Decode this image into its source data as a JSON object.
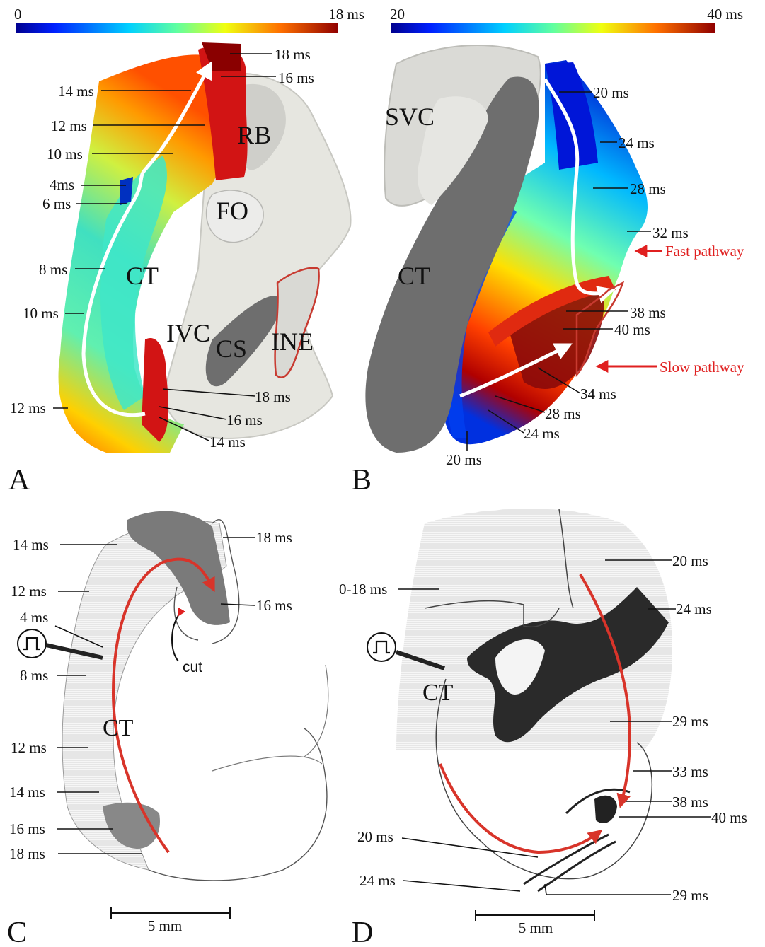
{
  "colorbars": [
    {
      "min": "0",
      "max": "18 ms"
    },
    {
      "min": "20",
      "max": "40 ms"
    }
  ],
  "panels": {
    "A": {
      "letter": "A",
      "structures": {
        "rb": "RB",
        "fo": "FO",
        "ct": "CT",
        "ivc": "IVC",
        "cs": "CS",
        "ine": "INE"
      },
      "labels": [
        "18 ms",
        "16 ms",
        "14 ms",
        "12 ms",
        "10 ms",
        "4ms",
        "6 ms",
        "8 ms",
        "10 ms",
        "12 ms",
        "18 ms",
        "16 ms",
        "14 ms"
      ]
    },
    "B": {
      "letter": "B",
      "structures": {
        "svc": "SVC",
        "ct": "CT"
      },
      "labels": [
        "20 ms",
        "24 ms",
        "28 ms",
        "32 ms",
        "38 ms",
        "40 ms",
        "34 ms",
        "28 ms",
        "24 ms",
        "20 ms"
      ],
      "fast_pathway": "Fast pathway",
      "slow_pathway": "Slow pathway"
    },
    "C": {
      "letter": "C",
      "ct": "CT",
      "cut": "cut",
      "labels": [
        "14 ms",
        "18 ms",
        "12 ms",
        "16 ms",
        "4 ms",
        "8 ms",
        "12 ms",
        "14 ms",
        "16 ms",
        "18 ms"
      ],
      "scale": "5 mm"
    },
    "D": {
      "letter": "D",
      "ct": "CT",
      "labels": [
        "20 ms",
        "0-18 ms",
        "24 ms",
        "29 ms",
        "33 ms",
        "38 ms",
        "40 ms",
        "20 ms",
        "24 ms",
        "29 ms"
      ],
      "scale": "5 mm"
    }
  }
}
